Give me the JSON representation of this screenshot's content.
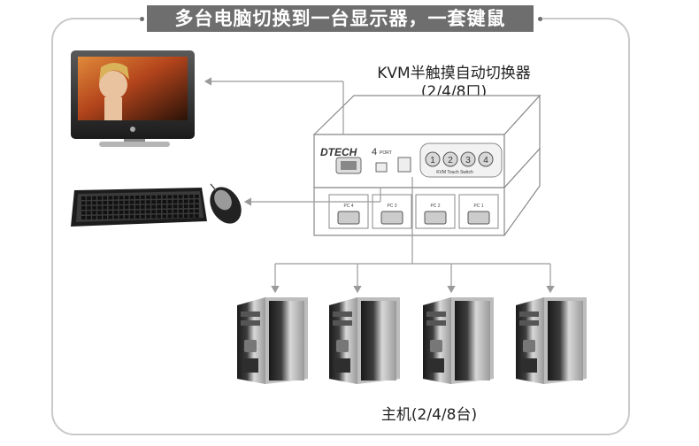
{
  "banner": {
    "title": "多台电脑切换到一台显示器，一套键鼠"
  },
  "switch": {
    "title_line1": "KVM半触摸自动切换器",
    "title_line2": "(2/4/8口)",
    "brand": "DTECH",
    "port_count": "4",
    "port_label": "PORT",
    "panel_label": "KVM Touch Switch",
    "buttons": [
      "1",
      "2",
      "3",
      "4"
    ],
    "rear_ports": [
      "PC 4",
      "PC 3",
      "PC 2",
      "PC 1"
    ]
  },
  "hosts": {
    "caption": "主机(2/4/8台)",
    "count": 4
  },
  "colors": {
    "banner_bg": "#6e6e6e",
    "frame": "#c9c9c9",
    "line": "#9a9a9a"
  }
}
